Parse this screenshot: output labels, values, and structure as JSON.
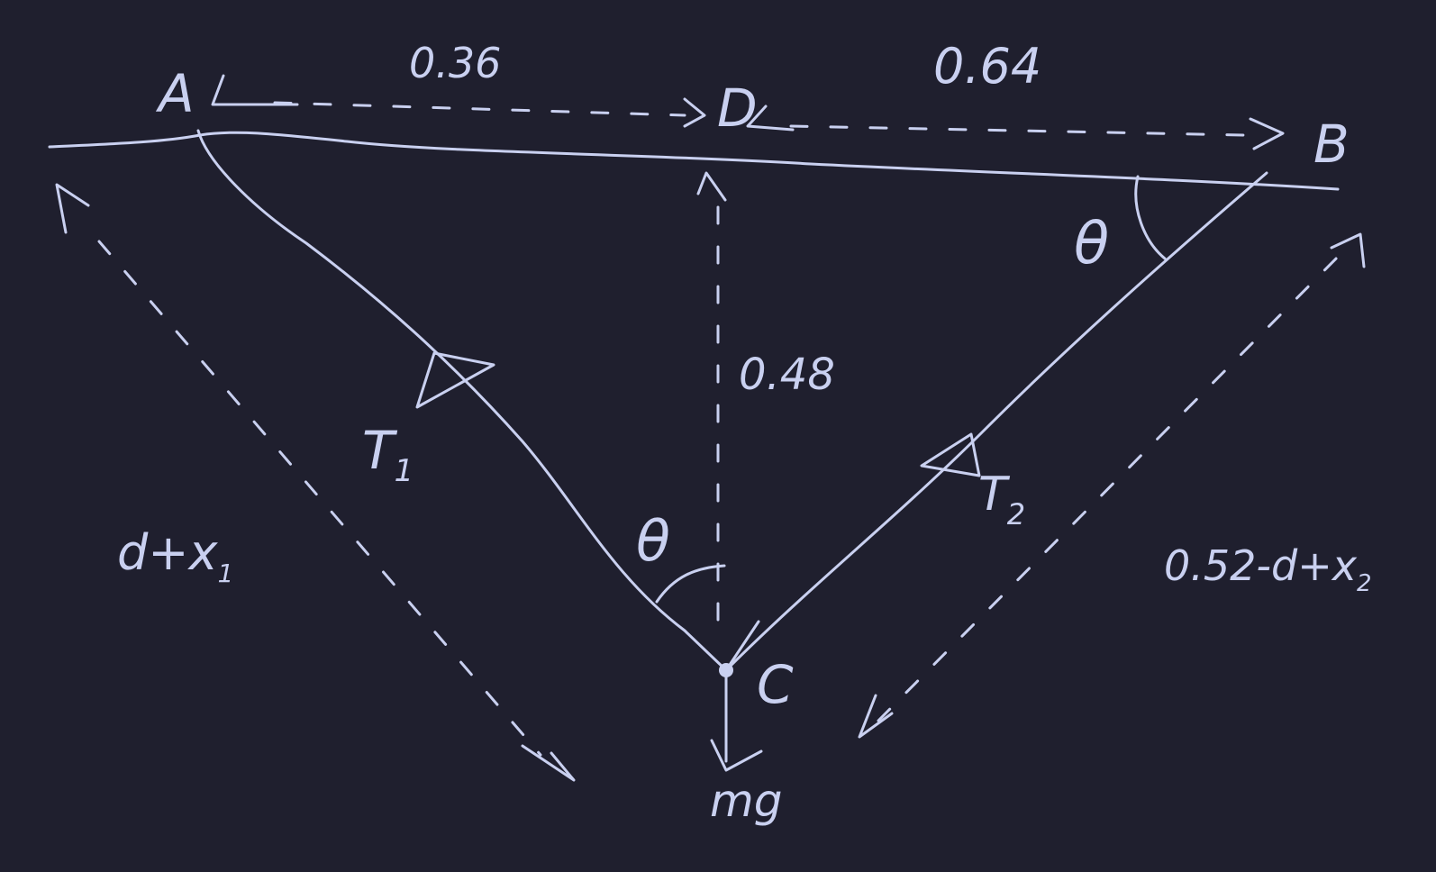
{
  "points": {
    "A": "A",
    "B": "B",
    "C": "C",
    "D": "D"
  },
  "lengths": {
    "AD": "0.36",
    "DB": "0.64",
    "DC": "0.48",
    "AC": "d+x",
    "AC_sub": "1",
    "CB": "0.52-d+x",
    "CB_sub": "2"
  },
  "forces": {
    "T1": "T",
    "T1_sub": "1",
    "T2": "T",
    "T2_sub": "2",
    "weight": "mg"
  },
  "angles": {
    "at_B": "θ",
    "at_C": "θ"
  },
  "colors": {
    "background": "#1f1f2e",
    "ink": "#c9d0f0"
  }
}
